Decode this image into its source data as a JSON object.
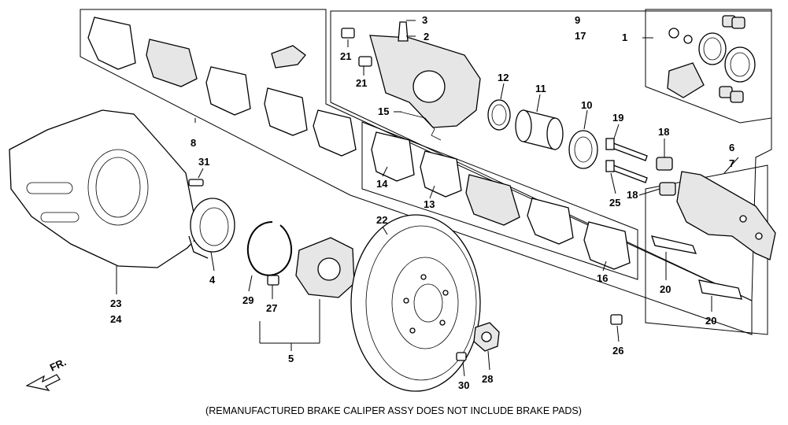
{
  "caption": "(REMANUFACTURED BRAKE CALIPER ASSY DOES NOT INCLUDE BRAKE PADS)",
  "direction_label": "FR.",
  "callouts": {
    "c1": "1",
    "c2": "2",
    "c3": "3",
    "c4": "4",
    "c5": "5",
    "c6": "6",
    "c7": "7",
    "c8": "8",
    "c9": "9",
    "c10": "10",
    "c11": "11",
    "c12": "12",
    "c13": "13",
    "c14": "14",
    "c15": "15",
    "c16": "16",
    "c17": "17",
    "c18a": "18",
    "c18b": "18",
    "c19": "19",
    "c20a": "20",
    "c20b": "20",
    "c21a": "21",
    "c21b": "21",
    "c22": "22",
    "c23": "23",
    "c24": "24",
    "c25": "25",
    "c26": "26",
    "c27": "27",
    "c28": "28",
    "c29": "29",
    "c30": "30",
    "c31": "31"
  }
}
